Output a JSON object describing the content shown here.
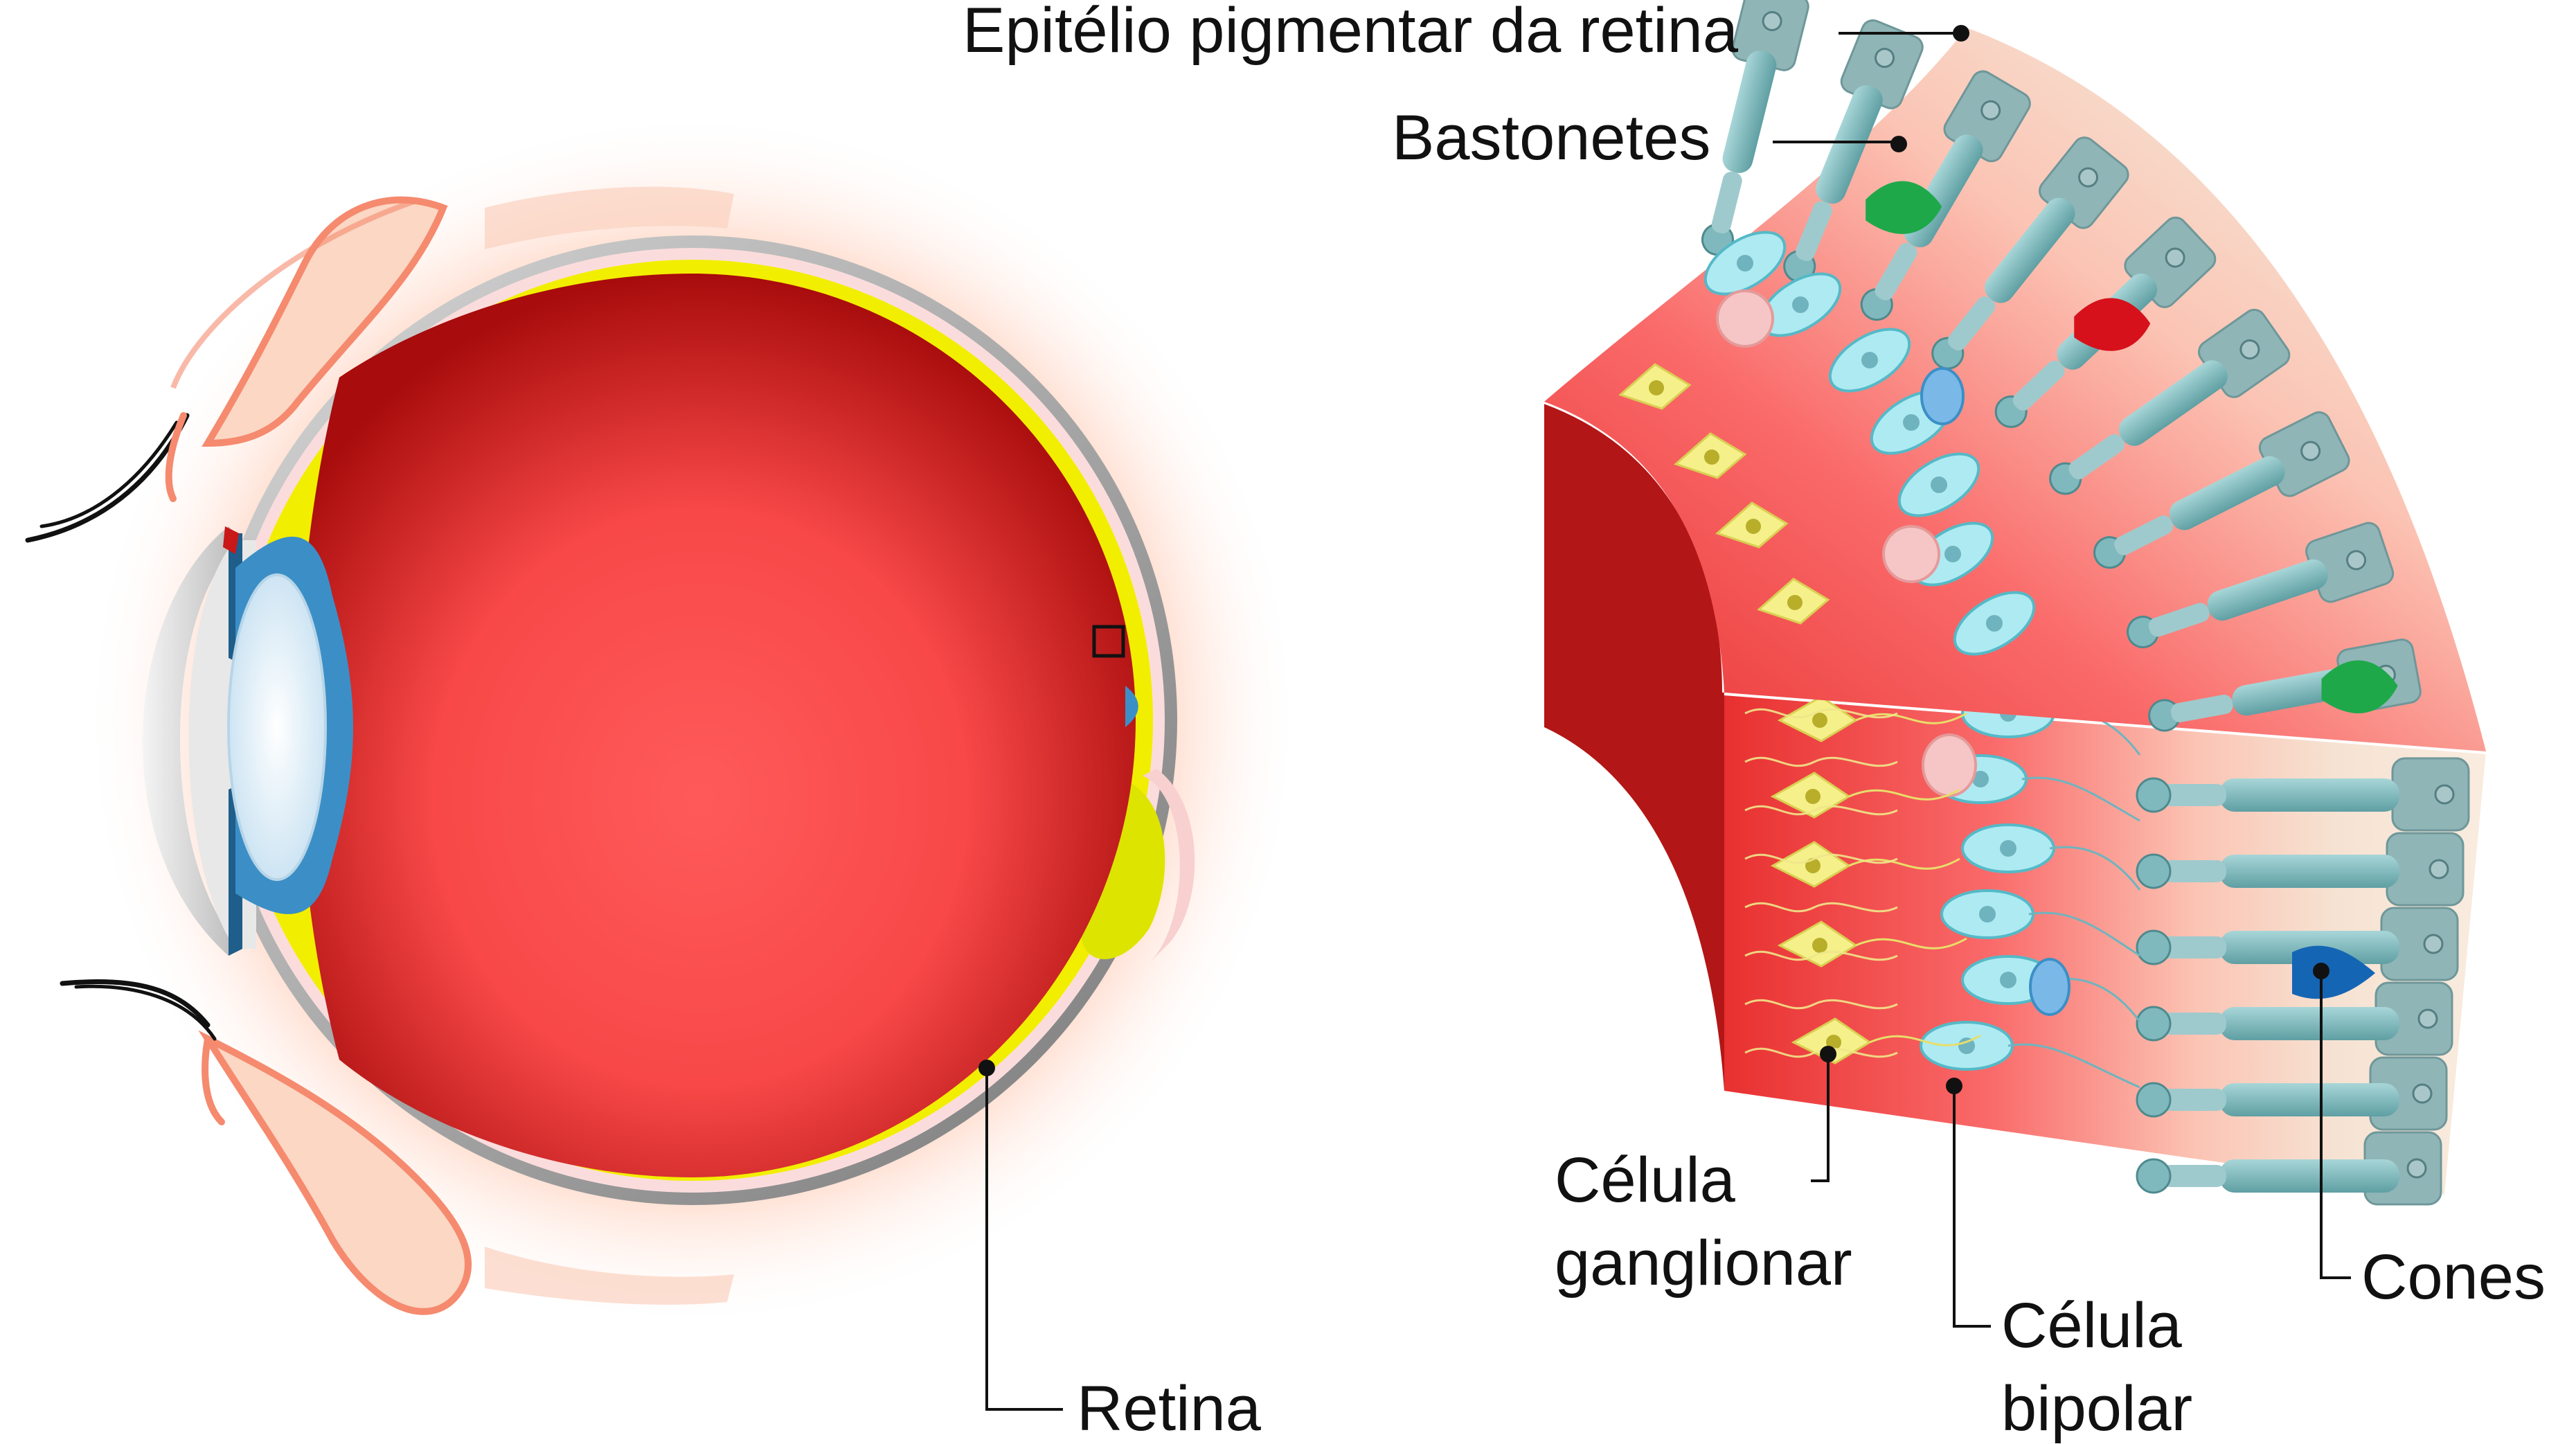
{
  "labels": {
    "epitelio": "Epitélio pigmentar da retina",
    "bastonetes": "Bastonetes",
    "ganglionar_1": "Célula",
    "ganglionar_2": "ganglionar",
    "bipolar_1": "Célula",
    "bipolar_2": "bipolar",
    "cones": "Cones",
    "retina": "Retina"
  },
  "colors": {
    "vitreous_dark": "#a80c0c",
    "vitreous_light": "#ff5a5a",
    "retina_yellow": "#f2ee00",
    "sclera_grey": "#9a9a9a",
    "glow": "#ffb89a",
    "lens": "#e6f2fb",
    "iris_blue": "#3b8fc6",
    "rpe_teal": "#8fb5b7",
    "rod_teal": "#78b6ba",
    "cell_cyan": "#aeeaf2",
    "ganglion_yellow": "#f5f08a",
    "cone_green": "#1fa84a",
    "cone_red": "#d6111b",
    "cone_blue": "#1565b5",
    "amacrine_pink": "#f6c6c6"
  }
}
